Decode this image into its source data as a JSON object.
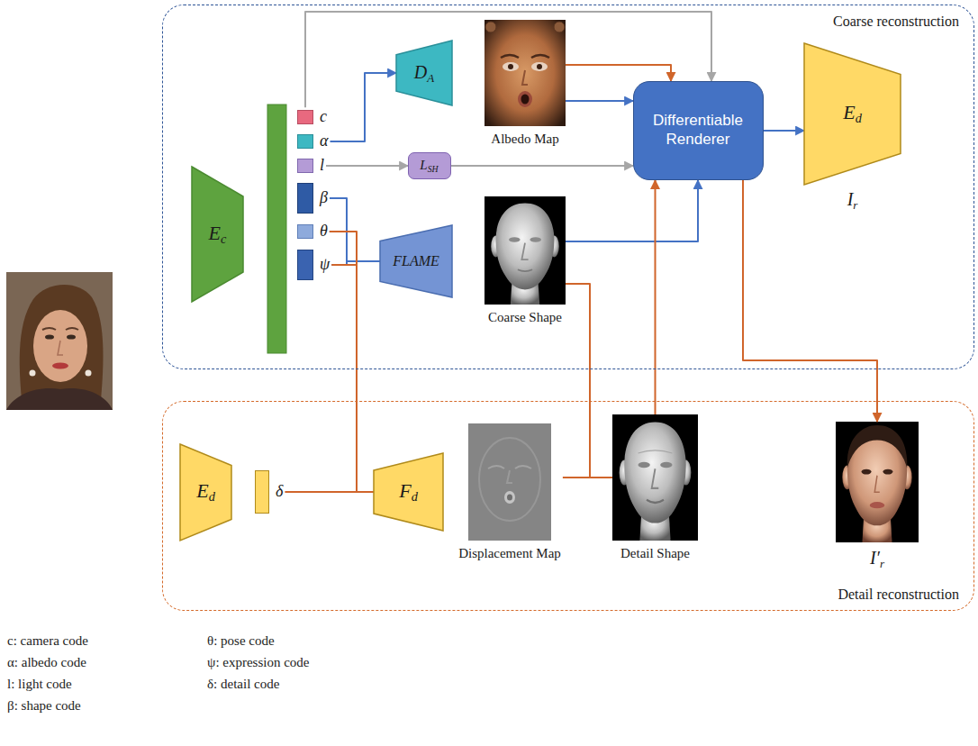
{
  "diagram": {
    "nodes": [
      {
        "text": [
          "Coarse reconstruction"
        ]
      },
      {
        "text": [
          "Ec"
        ],
        "in": 0
      },
      {
        "text": [
          "c"
        ],
        "in": 0
      },
      {
        "text": [
          "α"
        ],
        "in": 0
      },
      {
        "text": [
          "l"
        ],
        "in": 0
      },
      {
        "text": [
          "β"
        ],
        "in": 0
      },
      {
        "text": [
          "θ"
        ],
        "in": 0
      },
      {
        "text": [
          "ψ"
        ],
        "in": 0
      },
      {
        "text": [
          "DA"
        ],
        "in": 0
      },
      {
        "text": [
          "LSH"
        ],
        "in": 0
      },
      {
        "text": [
          "FLAME"
        ],
        "in": 0
      },
      {
        "text": [
          "Albedo Map"
        ],
        "in": 0
      },
      {
        "text": [
          "Coarse Shape"
        ],
        "in": 0
      },
      {
        "text": [
          "Differentiable Renderer"
        ],
        "in": 0
      },
      {
        "text": [
          "Ed",
          "Ir"
        ],
        "in": 0
      },
      {
        "text": [
          "Detail reconstruction"
        ]
      },
      {
        "text": [
          "Ed"
        ],
        "in": 15
      },
      {
        "text": [
          "δ"
        ],
        "in": 15
      },
      {
        "text": [
          "Fd"
        ],
        "in": 15
      },
      {
        "text": [
          "Displacement Map"
        ],
        "in": 15
      },
      {
        "text": [
          "Detail Shape"
        ],
        "in": 15
      },
      {
        "text": [
          "I′r"
        ],
        "in": 15
      }
    ],
    "edges": [
      {
        "from": 2,
        "to": 13,
        "arrow": "to"
      },
      {
        "from": 3,
        "to": 8,
        "arrow": "to"
      },
      {
        "from": 4,
        "to": 9,
        "arrow": "to"
      },
      {
        "from": 9,
        "to": 13,
        "arrow": "to"
      },
      {
        "from": 5,
        "to": 10,
        "arrow": "none"
      },
      {
        "from": 6,
        "to": 10,
        "arrow": "none"
      },
      {
        "from": 7,
        "to": 10,
        "arrow": "none"
      },
      {
        "from": 11,
        "to": 13,
        "arrow": "to"
      },
      {
        "from": 11,
        "to": 13,
        "arrow": "to"
      },
      {
        "from": 12,
        "to": 13,
        "arrow": "to"
      },
      {
        "from": 13,
        "to": 14,
        "arrow": "to"
      },
      {
        "from": 17,
        "to": 18,
        "arrow": "none"
      },
      {
        "from": 6,
        "to": 18,
        "arrow": "none"
      },
      {
        "from": 7,
        "to": 18,
        "arrow": "none"
      },
      {
        "from": 12,
        "to": 20,
        "arrow": "none"
      },
      {
        "from": 19,
        "to": 20,
        "arrow": "none"
      },
      {
        "from": 20,
        "to": 13,
        "arrow": "to"
      },
      {
        "from": 13,
        "to": 21,
        "arrow": "to"
      }
    ],
    "legend": [
      {
        "text": "c: camera code"
      },
      {
        "text": "α: albedo code"
      },
      {
        "text": "l: light code"
      },
      {
        "text": "β: shape code"
      },
      {
        "text": "θ: pose code"
      },
      {
        "text": "ψ: expression code"
      },
      {
        "text": "δ: detail code"
      }
    ]
  }
}
